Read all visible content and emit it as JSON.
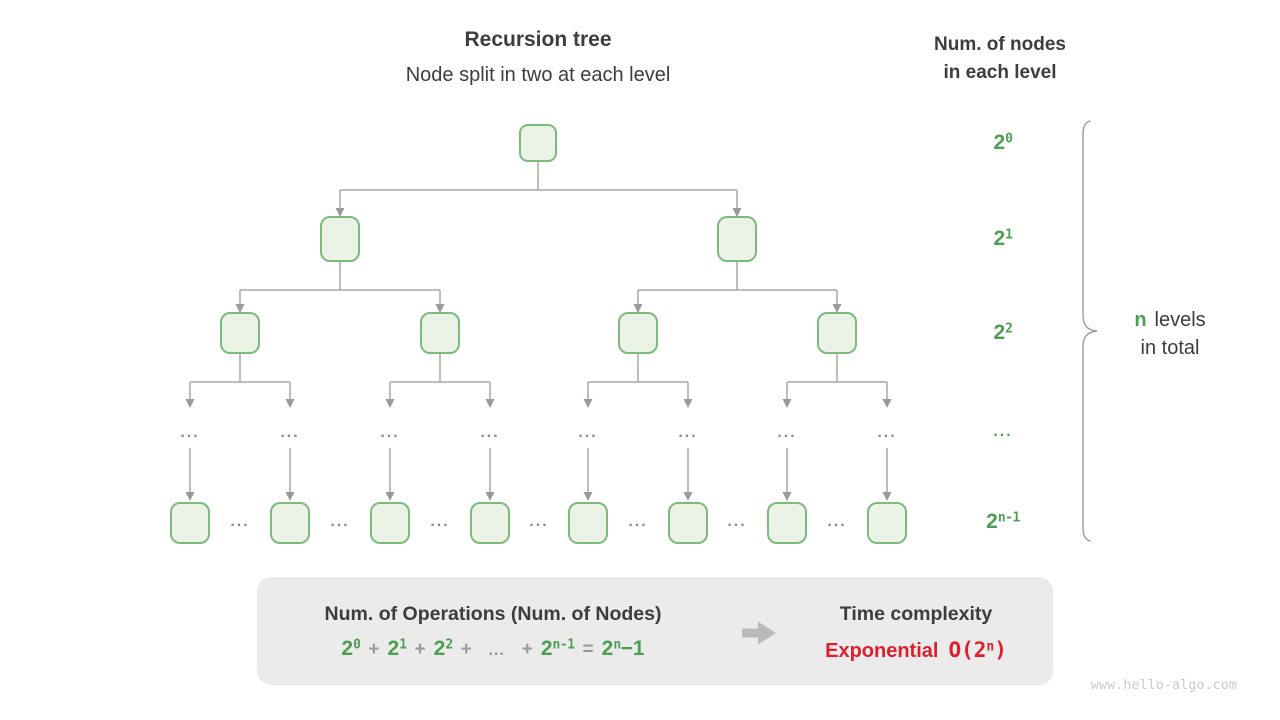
{
  "header": {
    "title": "Recursion tree",
    "subtitle": "Node split in two at each level",
    "right_title_line1": "Num. of nodes",
    "right_title_line2": "in each level"
  },
  "levels": {
    "l0": {
      "base": "2",
      "exp": "0"
    },
    "l1": {
      "base": "2",
      "exp": "1"
    },
    "l2": {
      "base": "2",
      "exp": "2"
    },
    "l3": {
      "dots": "..."
    },
    "l4": {
      "base": "2",
      "exp": "n-1"
    }
  },
  "tree": {
    "ellipsis": "..."
  },
  "brace_label": {
    "n": "n",
    "line1_rest": "levels",
    "line2": "in total"
  },
  "summary_box": {
    "left_title": "Num. of Operations (Num. of Nodes)",
    "formula": {
      "t0b": "2",
      "t0e": "0",
      "op": "+",
      "t1b": "2",
      "t1e": "1",
      "t2b": "2",
      "t2e": "2",
      "dots": "…",
      "t3b": "2",
      "t3e": "n-1",
      "eq": "=",
      "rb": "2",
      "re": "n",
      "rm": "−1"
    },
    "right_title": "Time complexity",
    "complexity_word": "Exponential",
    "o_open": "O(",
    "o_base": "2",
    "o_exp": "n",
    "o_close": ")"
  },
  "watermark": "www.hello-algo.com",
  "colors": {
    "green_text": "#4d9e50",
    "node_border": "#7dbb7d",
    "node_fill": "#eaf3e6",
    "connector": "#a9a9a9",
    "dark_text": "#3d3d3d",
    "red_text": "#e01f2e",
    "box_bg": "#ebebeb"
  }
}
